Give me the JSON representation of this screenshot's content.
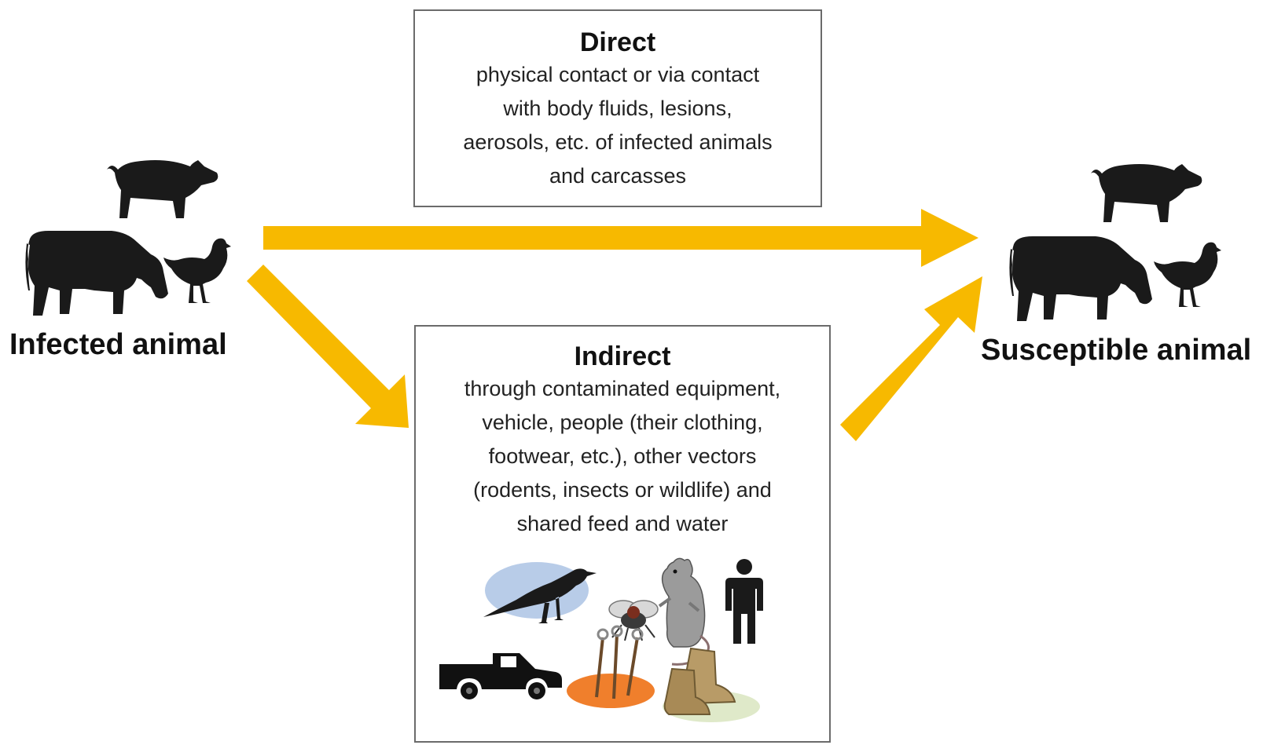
{
  "colors": {
    "arrow": "#f7b900",
    "silhouette": "#1a1a1a",
    "box_border": "#6b6b6b"
  },
  "left": {
    "label": "Infected animal",
    "icons": [
      "pig-icon",
      "cow-icon",
      "chicken-icon"
    ]
  },
  "right": {
    "label": "Susceptible animal",
    "icons": [
      "pig-icon",
      "cow-icon",
      "chicken-icon"
    ]
  },
  "direct": {
    "title": "Direct",
    "lines": [
      "physical contact or via contact",
      "with body fluids, lesions,",
      "aerosols, etc.  of infected animals",
      "and carcasses"
    ]
  },
  "indirect": {
    "title": "Indirect",
    "lines": [
      "through contaminated equipment,",
      "vehicle, people (their clothing,",
      "footwear, etc.), other vectors",
      "(rodents, insects or wildlife) and",
      "shared feed and water"
    ],
    "icons": [
      "crow-icon",
      "fly-icon",
      "rat-icon",
      "person-icon",
      "truck-icon",
      "tools-icon",
      "boots-icon"
    ]
  }
}
